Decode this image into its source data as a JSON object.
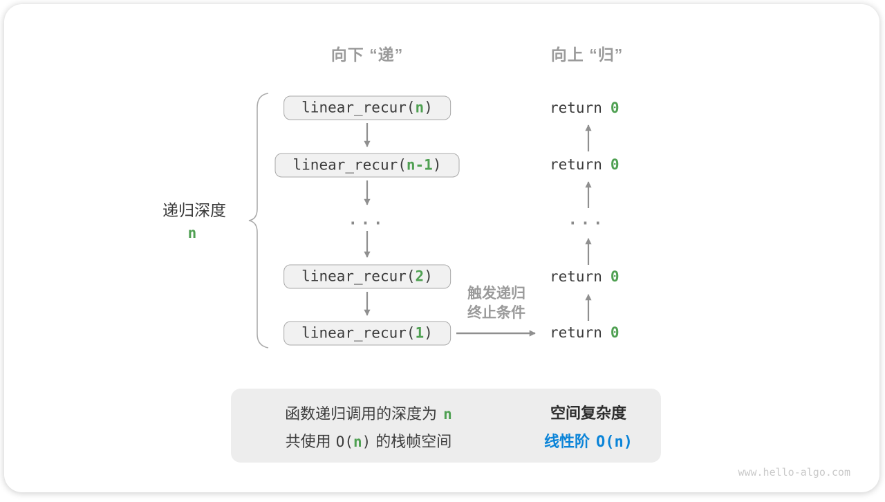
{
  "headers": {
    "down": "向下 “递”",
    "up": "向上 “归”"
  },
  "depth": {
    "label": "递归深度",
    "value": "n"
  },
  "calls": [
    {
      "prefix": "linear_recur(",
      "arg": "n",
      "suffix": ")"
    },
    {
      "prefix": "linear_recur(",
      "arg": "n-1",
      "suffix": ")"
    },
    {
      "prefix": "linear_recur(",
      "arg": "2",
      "suffix": ")"
    },
    {
      "prefix": "linear_recur(",
      "arg": "1",
      "suffix": ")"
    }
  ],
  "ellipsis": "...",
  "returns": [
    {
      "keyword": "return",
      "value": "0"
    },
    {
      "keyword": "return",
      "value": "0"
    },
    {
      "keyword": "return",
      "value": "0"
    },
    {
      "keyword": "return",
      "value": "0"
    }
  ],
  "trigger": {
    "line1": "触发递归",
    "line2": "终止条件"
  },
  "summary": {
    "left_line1": {
      "text": "函数递归调用的深度为",
      "highlight": "n"
    },
    "left_line2": {
      "pre": "共使用",
      "o_open": "O(",
      "n": "n",
      "o_close": ")",
      "post": "的栈帧空间"
    },
    "right_line1": "空间复杂度",
    "right_line2": {
      "label": "线性阶",
      "big_o": "O(n)"
    }
  },
  "watermark": "www.hello-algo.com",
  "colors": {
    "green": "#4FA052",
    "blue": "#0B84D8",
    "heading_gray": "#9A9A9A",
    "arrow_gray": "#8F8F8F",
    "box_fill": "#F1F1F1",
    "box_border": "#A9A9A9",
    "summary_fill": "#EDEDED"
  }
}
